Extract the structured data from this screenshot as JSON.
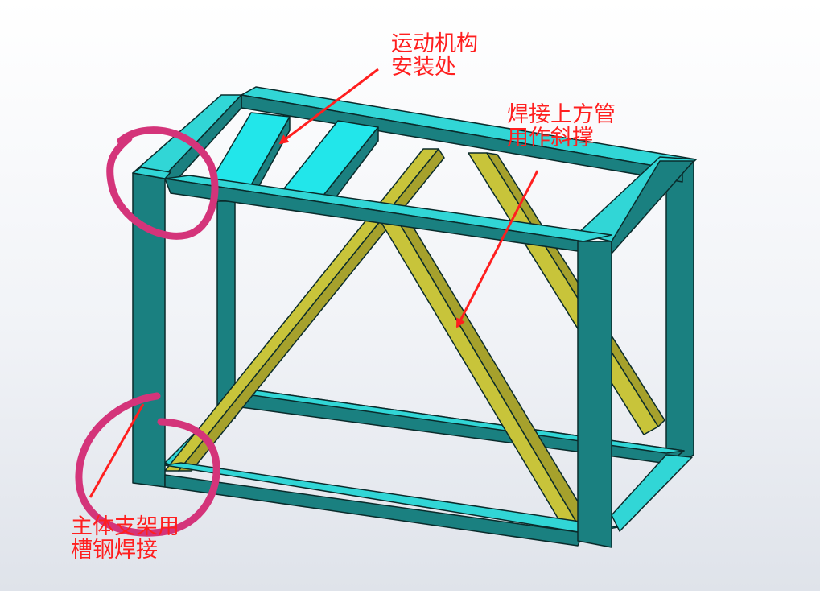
{
  "colors": {
    "frame_front": "#1a8080",
    "frame_top": "#31d6d6",
    "frame_light": "#22e6ea",
    "brace": "#c8c43a",
    "brace_dark": "#a6a12c",
    "outline": "#0a2b2b",
    "annotation": "#ff1f1f",
    "circle": "#d4347a"
  },
  "annotations": {
    "motion": {
      "line1": "运动机构",
      "line2": "安装处"
    },
    "brace": {
      "line1": "焊接上方管",
      "line2": "用作斜撑"
    },
    "channel": {
      "line1": "主体支架用",
      "line2": "槽钢焊接"
    }
  }
}
